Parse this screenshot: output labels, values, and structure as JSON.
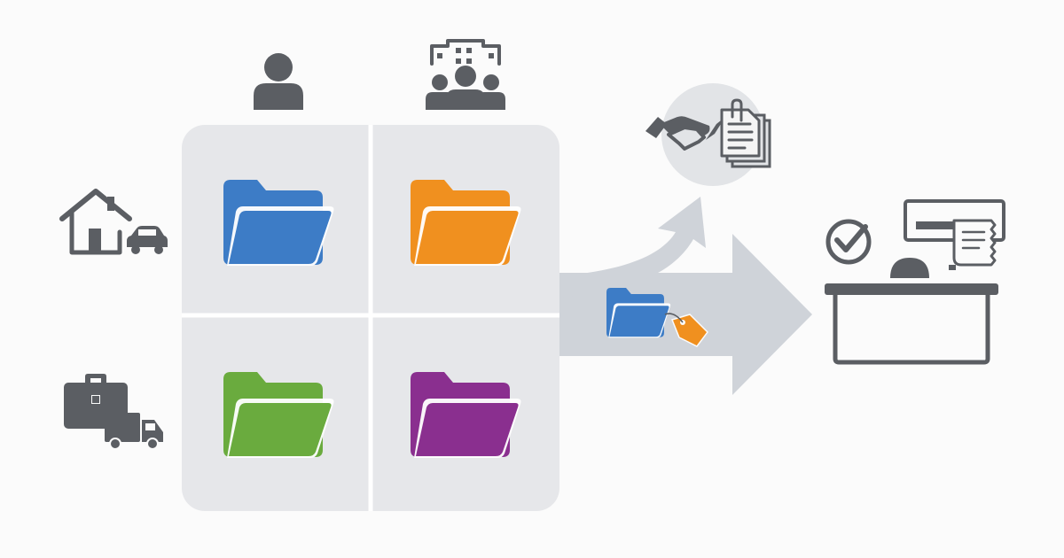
{
  "colors": {
    "background": "#fbfbfb",
    "grid_panel": "#e6e7ea",
    "arrow": "#cfd3d9",
    "icon": "#5b5e63",
    "folder_blue": "#3d7cc6",
    "folder_orange": "#f0901f",
    "folder_green": "#6aab3e",
    "folder_purple": "#8a2f8f",
    "tag_orange": "#f0901f"
  },
  "columns": [
    {
      "icon": "person-icon"
    },
    {
      "icon": "business-team-icon"
    }
  ],
  "rows": [
    {
      "icon": "house-car-icon"
    },
    {
      "icon": "briefcase-truck-icon"
    }
  ],
  "folders": [
    {
      "icon": "folder-icon",
      "color": "#3d7cc6",
      "position": "top-left"
    },
    {
      "icon": "folder-icon",
      "color": "#f0901f",
      "position": "top-right"
    },
    {
      "icon": "folder-icon",
      "color": "#6aab3e",
      "position": "bottom-left"
    },
    {
      "icon": "folder-icon",
      "color": "#8a2f8f",
      "position": "bottom-right"
    }
  ],
  "flow": {
    "moving_item": [
      "folder-icon",
      "price-tag-icon"
    ],
    "branch_destination": [
      "handshake-icon",
      "clipped-documents-icon"
    ],
    "main_destination": [
      "service-counter-icon",
      "checkmark-icon",
      "receipt-printer-icon"
    ]
  }
}
